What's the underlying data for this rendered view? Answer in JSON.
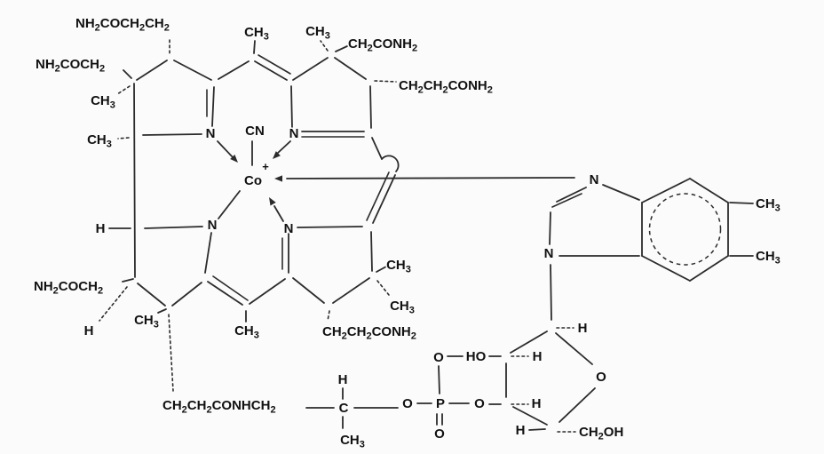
{
  "diagram": {
    "type": "chemical-structure",
    "subject": "cyanocobalamin-vitamin-b12",
    "colors": {
      "line": "#2b2b2b",
      "text": "#111111",
      "background": "#fbfbfb"
    },
    "labels": {
      "sidechain_a_top": "NH2COCH2CH2",
      "sidechain_a_amide": "NH2COCH2",
      "ring_a_methyl_1": "CH3",
      "ring_a_methyl_2": "CH3",
      "meso_ab_methyl": "CH3",
      "ring_b_methyl": "CH3",
      "sidechain_b_acetamide": "CH2CONH2",
      "sidechain_b_propionamide": "CH2CH2CONH2",
      "cyanide": "CN",
      "cobalt": "Co",
      "cobalt_charge": "+",
      "ring_a_nitrogen": "N",
      "ring_b_nitrogen": "N",
      "ring_c_nitrogen": "N",
      "ring_d_nitrogen": "N",
      "ring_d_hydrogen": "H",
      "sidechain_d_amide": "NH2COCH2",
      "ring_d_hydrogen_dashed": "H",
      "ring_d_methyl": "CH3",
      "meso_cd_methyl": "CH3",
      "ring_c_methyl_1": "CH3",
      "ring_c_methyl_2": "CH3",
      "sidechain_c_propionamide": "CH2CH2CONH2",
      "linker_chain": "CH2CH2CONHCH2",
      "linker_hydrogen": "H",
      "linker_carbon": "C",
      "linker_methyl": "CH3",
      "linker_oxygen": "O",
      "phosphorus": "P",
      "phosphate_oxygen_top": "O",
      "phosphate_oxygen_side": "O",
      "phosphate_oxygen_double": "O",
      "ribose_hydroxyl": "HO",
      "ribose_h_c2": "H",
      "ribose_h_c3": "H",
      "ribose_h_c1": "H",
      "ribose_h_c4": "H",
      "ribose_ring_oxygen": "O",
      "ribose_ch2oh": "CH2OH",
      "benzimidazole_n3": "N",
      "benzimidazole_n1": "N",
      "benzimidazole_methyl_1": "CH3",
      "benzimidazole_methyl_2": "CH3"
    }
  }
}
